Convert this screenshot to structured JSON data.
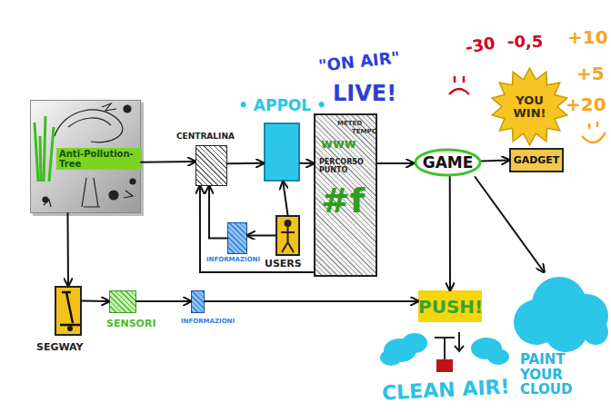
{
  "diagram": {
    "nodes": [
      {
        "text": [
          "Anti-Pollution-Tree"
        ]
      },
      {
        "text": [
          "CENTRALINA"
        ]
      },
      {
        "text": [
          "• APPOL •"
        ]
      },
      {
        "text": [
          "METEO",
          "TEMPO",
          "www",
          "PERCORSO PUNTO",
          "#f"
        ]
      },
      {
        "text": [
          "INFORMAZIONI"
        ]
      },
      {
        "text": [
          "USERS"
        ]
      },
      {
        "text": [
          "GAME"
        ]
      },
      {
        "text": [
          "GADGET"
        ]
      },
      {
        "text": [
          "YOU WIN!"
        ]
      },
      {
        "text": [
          "SEGWAY"
        ]
      },
      {
        "text": [
          "SENSORI"
        ]
      },
      {
        "text": [
          "INFORMAZIONI"
        ]
      },
      {
        "text": [
          "PUSH!"
        ]
      },
      {
        "text": [
          "PAINT YOUR CLOUD"
        ]
      }
    ],
    "edges": [
      {
        "from": 0,
        "to": 1,
        "arrow": "to"
      },
      {
        "from": 0,
        "to": 9,
        "arrow": "to"
      },
      {
        "from": 1,
        "to": 2,
        "arrow": "to"
      },
      {
        "from": 2,
        "to": 3,
        "arrow": "to"
      },
      {
        "from": 5,
        "to": 2,
        "arrow": "to"
      },
      {
        "from": 3,
        "to": 6,
        "arrow": "to"
      },
      {
        "from": 6,
        "to": 7,
        "arrow": "to"
      },
      {
        "from": 6,
        "to": 12,
        "arrow": "to"
      },
      {
        "from": 6,
        "to": 13,
        "arrow": "to"
      },
      {
        "from": 5,
        "to": 4,
        "arrow": "to"
      },
      {
        "from": 4,
        "to": 1,
        "arrow": "to"
      },
      {
        "from": 3,
        "to": 1,
        "arrow": "to"
      },
      {
        "from": 9,
        "to": 10,
        "arrow": "to"
      },
      {
        "from": 10,
        "to": 11,
        "arrow": "to"
      },
      {
        "from": 11,
        "to": 12,
        "arrow": "to"
      }
    ],
    "labels": [
      "\"ON AIR\"",
      "LIVE!",
      "-30",
      "-0,5",
      "+10",
      "+5",
      "+20",
      "CLEAN AIR!"
    ]
  }
}
